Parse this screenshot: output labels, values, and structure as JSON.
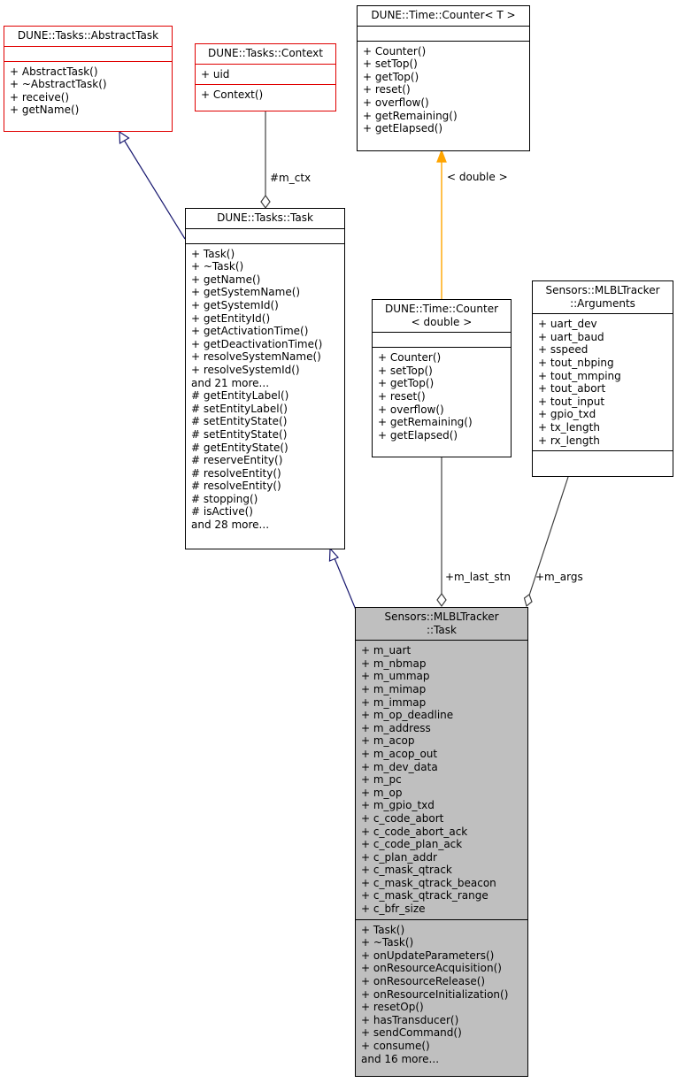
{
  "classes": {
    "abstract_task": {
      "title": [
        "DUNE::Tasks::AbstractTask"
      ],
      "attributes": [],
      "methods": [
        "+ AbstractTask()",
        "+ ~AbstractTask()",
        "+ receive()",
        "+ getName()"
      ]
    },
    "context": {
      "title": [
        "DUNE::Tasks::Context"
      ],
      "attributes": [
        "+ uid"
      ],
      "methods": [
        "+ Context()"
      ]
    },
    "counter_t": {
      "title": [
        "DUNE::Time::Counter< T >"
      ],
      "attributes": [],
      "methods": [
        "+ Counter()",
        "+ setTop()",
        "+ getTop()",
        "+ reset()",
        "+ overflow()",
        "+ getRemaining()",
        "+ getElapsed()"
      ]
    },
    "tasks_task": {
      "title": [
        "DUNE::Tasks::Task"
      ],
      "attributes": [],
      "methods": [
        "+ Task()",
        "+ ~Task()",
        "+ getName()",
        "+ getSystemName()",
        "+ getSystemId()",
        "+ getEntityId()",
        "+ getActivationTime()",
        "+ getDeactivationTime()",
        "+ resolveSystemName()",
        "+ resolveSystemId()",
        "and 21 more...",
        "# getEntityLabel()",
        "# setEntityLabel()",
        "# setEntityState()",
        "# setEntityState()",
        "# getEntityState()",
        "# reserveEntity()",
        "# resolveEntity()",
        "# resolveEntity()",
        "# stopping()",
        "# isActive()",
        "and 28 more..."
      ]
    },
    "counter_double": {
      "title": [
        "DUNE::Time::Counter",
        "< double >"
      ],
      "attributes": [],
      "methods": [
        "+ Counter()",
        "+ setTop()",
        "+ getTop()",
        "+ reset()",
        "+ overflow()",
        "+ getRemaining()",
        "+ getElapsed()"
      ]
    },
    "arguments": {
      "title": [
        "Sensors::MLBLTracker",
        "::Arguments"
      ],
      "attributes": [
        "+ uart_dev",
        "+ uart_baud",
        "+ sspeed",
        "+ tout_nbping",
        "+ tout_mmping",
        "+ tout_abort",
        "+ tout_input",
        "+ gpio_txd",
        "+ tx_length",
        "+ rx_length"
      ],
      "methods": []
    },
    "mlbl_task": {
      "title": [
        "Sensors::MLBLTracker",
        "::Task"
      ],
      "attributes": [
        "+ m_uart",
        "+ m_nbmap",
        "+ m_ummap",
        "+ m_mimap",
        "+ m_immap",
        "+ m_op_deadline",
        "+ m_address",
        "+ m_acop",
        "+ m_acop_out",
        "+ m_dev_data",
        "+ m_pc",
        "+ m_op",
        "+ m_gpio_txd",
        "+ c_code_abort",
        "+ c_code_abort_ack",
        "+ c_code_plan_ack",
        "+ c_plan_addr",
        "+ c_mask_qtrack",
        "+ c_mask_qtrack_beacon",
        "+ c_mask_qtrack_range",
        "+ c_bfr_size"
      ],
      "methods": [
        "+ Task()",
        "+ ~Task()",
        "+ onUpdateParameters()",
        "+ onResourceAcquisition()",
        "+ onResourceRelease()",
        "+ onResourceInitialization()",
        "+ resetOp()",
        "+ hasTransducer()",
        "+ sendCommand()",
        "+ consume()",
        "and 16 more..."
      ]
    }
  },
  "edge_labels": {
    "m_ctx": "#m_ctx",
    "template_arg": "< double >",
    "m_last_stn": "+m_last_stn",
    "m_args": "+m_args"
  },
  "colors": {
    "inheritance": "#191970",
    "template": "#ffa500",
    "composition": "#404040",
    "red_border": "#e00000",
    "highlight": "#bfbfbf"
  }
}
